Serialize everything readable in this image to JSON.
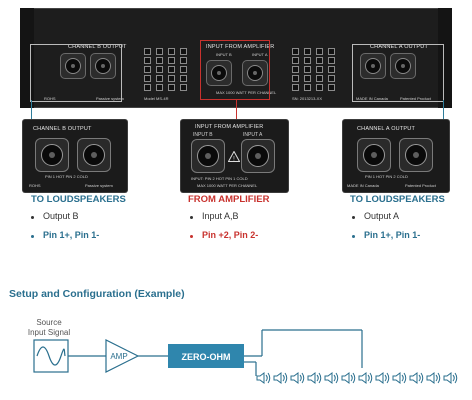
{
  "device": {
    "channel_b_output": "CHANNEL B OUTPUT",
    "input_from_amplifier": "INPUT FROM AMPLIFIER",
    "channel_a_output": "CHANNEL A OUTPUT",
    "input_b": "INPUT B",
    "input_a": "INPUT A",
    "passive_system": "Passive system",
    "rohs": "ROHS",
    "model": "Model MS-4R",
    "patented": "Patented Product",
    "made_in": "MADE IN Canada",
    "serial": "SN: 2013213-XX",
    "power_rating": "MAX 1000 WATT PER CHANNEL",
    "pin_note": "PIN 1 HOT PIN 2 COLD",
    "pin_note_input": "INPUT: PIN 2 HOT PIN 1 COLD"
  },
  "columns": [
    {
      "heading": "TO LOUDSPEAKERS",
      "heading_color": "#2a6f8e",
      "items": [
        "Output B",
        "Pin 1+, Pin 1-"
      ]
    },
    {
      "heading": "FROM AMPLIFIER",
      "heading_color": "#c8322e",
      "items": [
        "Input A,B",
        "Pin +2, Pin 2-"
      ]
    },
    {
      "heading": "TO LOUDSPEAKERS",
      "heading_color": "#2a6f8e",
      "items": [
        "Output A",
        "Pin 1+, Pin 1-"
      ]
    }
  ],
  "setup": {
    "title": "Setup and Configuration (Example)",
    "source_label_line1": "Source",
    "source_label_line2": "Input Signal",
    "amp_label": "AMP",
    "zero_ohm_label": "ZERO-OHM",
    "speaker_count": 12
  },
  "colors": {
    "accent_blue": "#2a6f8e",
    "accent_red": "#c8322e",
    "zero_ohm_fill": "#2f86ad"
  }
}
